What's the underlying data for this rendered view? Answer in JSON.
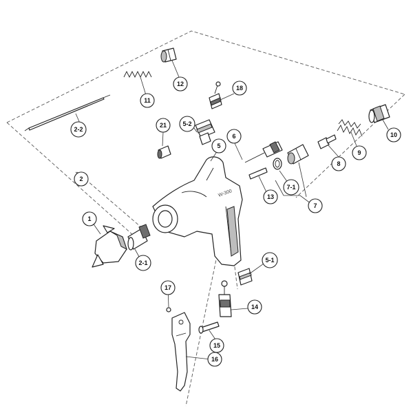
{
  "callouts": {
    "c1": "1",
    "c2": "2",
    "c2_1": "2-1",
    "c2_2": "2-2",
    "c5": "5",
    "c5_1": "5-1",
    "c5_2": "5-2",
    "c6": "6",
    "c7": "7",
    "c7_1": "7-1",
    "c8": "8",
    "c9": "9",
    "c10": "10",
    "c11": "11",
    "c12": "12",
    "c13": "13",
    "c14": "14",
    "c15": "15",
    "c16": "16",
    "c17": "17",
    "c18": "18",
    "c21": "21"
  },
  "gun_engraving": "W-300"
}
